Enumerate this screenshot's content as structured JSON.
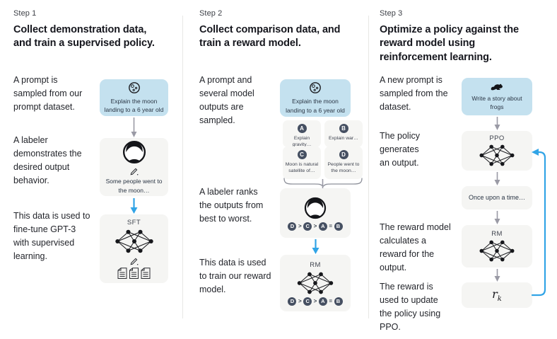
{
  "figure": "RLHF training pipeline diagram",
  "colors": {
    "prompt_card_bg": "#c4e1ef",
    "card_bg": "#f5f5f3",
    "chip_bg": "#465062",
    "blue_arrow": "#31a4e6",
    "gray_arrow": "#9a9aa5",
    "divider": "#e7e7e5"
  },
  "icons": {
    "moon": "moon-icon",
    "labeler": "labeler-avatar-icon",
    "pencil": "pencil-icon",
    "documents": "documents-icon",
    "network": "neural-network-icon",
    "frog": "frog-icon"
  },
  "columns": [
    {
      "step_label": "Step 1",
      "heading": "Collect demonstration data, and train a supervised policy.",
      "texts": [
        "A prompt is sampled from our prompt dataset.",
        "A labeler demonstrates the desired output behavior.",
        "This data is used to fine-tune GPT-3 with supervised learning."
      ],
      "prompt_card": "Explain the moon landing to a 6 year old",
      "labeler_card": "Some people went to the moon…",
      "model_label": "SFT"
    },
    {
      "step_label": "Step 2",
      "heading": "Collect comparison data, and train a reward model.",
      "texts": [
        "A prompt and several model outputs are sampled.",
        "A labeler ranks the outputs from best to worst.",
        "This data is used to train our reward model."
      ],
      "prompt_card": "Explain the moon landing to a 6 year old",
      "outputs": [
        {
          "id": "A",
          "text": "Explain gravity…"
        },
        {
          "id": "B",
          "text": "Explain war…"
        },
        {
          "id": "C",
          "text": "Moon is natural satellite of…"
        },
        {
          "id": "D",
          "text": "People went to the moon…"
        }
      ],
      "ranking": {
        "items": [
          "D",
          "C",
          "A",
          "B"
        ],
        "separators": [
          ">",
          ">",
          "="
        ]
      },
      "model_label": "RM"
    },
    {
      "step_label": "Step 3",
      "heading": "Optimize a policy against the reward model using reinforcement learning.",
      "texts": [
        "A new prompt is sampled from the dataset.",
        "The policy generates an output.",
        "The reward model calculates a reward for the output.",
        "The reward is used to update the policy using PPO."
      ],
      "prompt_card": "Write a story about frogs",
      "policy_label": "PPO",
      "output_card": "Once upon a time…",
      "reward_model_label": "RM",
      "reward_symbol": "r",
      "reward_subscript": "k"
    }
  ]
}
